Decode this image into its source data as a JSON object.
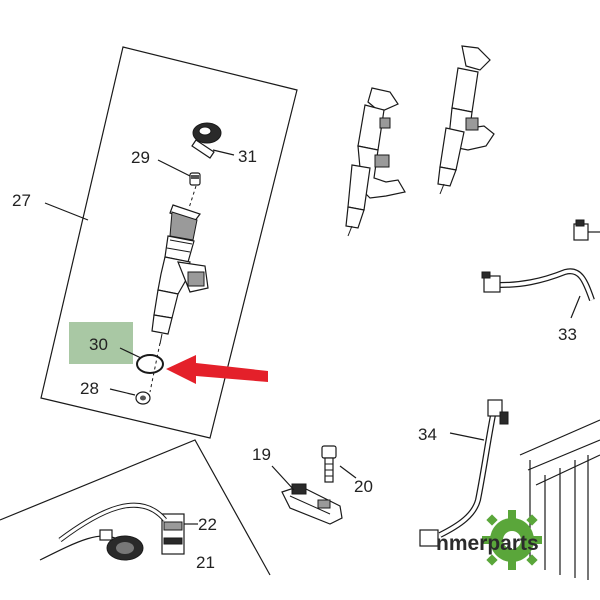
{
  "labels": {
    "p27": "27",
    "p29": "29",
    "p31": "31",
    "p30": "30",
    "p28": "28",
    "p33": "33",
    "p34": "34",
    "p19": "19",
    "p20": "20",
    "p22": "22",
    "p21": "21"
  },
  "logo": {
    "text": "nmerparts"
  },
  "colors": {
    "highlight": "#a9c8a4",
    "arrow": "#e4202a",
    "logo_gear": "#5aa63a"
  },
  "icons": {
    "arrow": "arrow-right-icon",
    "gear": "gear-icon"
  }
}
